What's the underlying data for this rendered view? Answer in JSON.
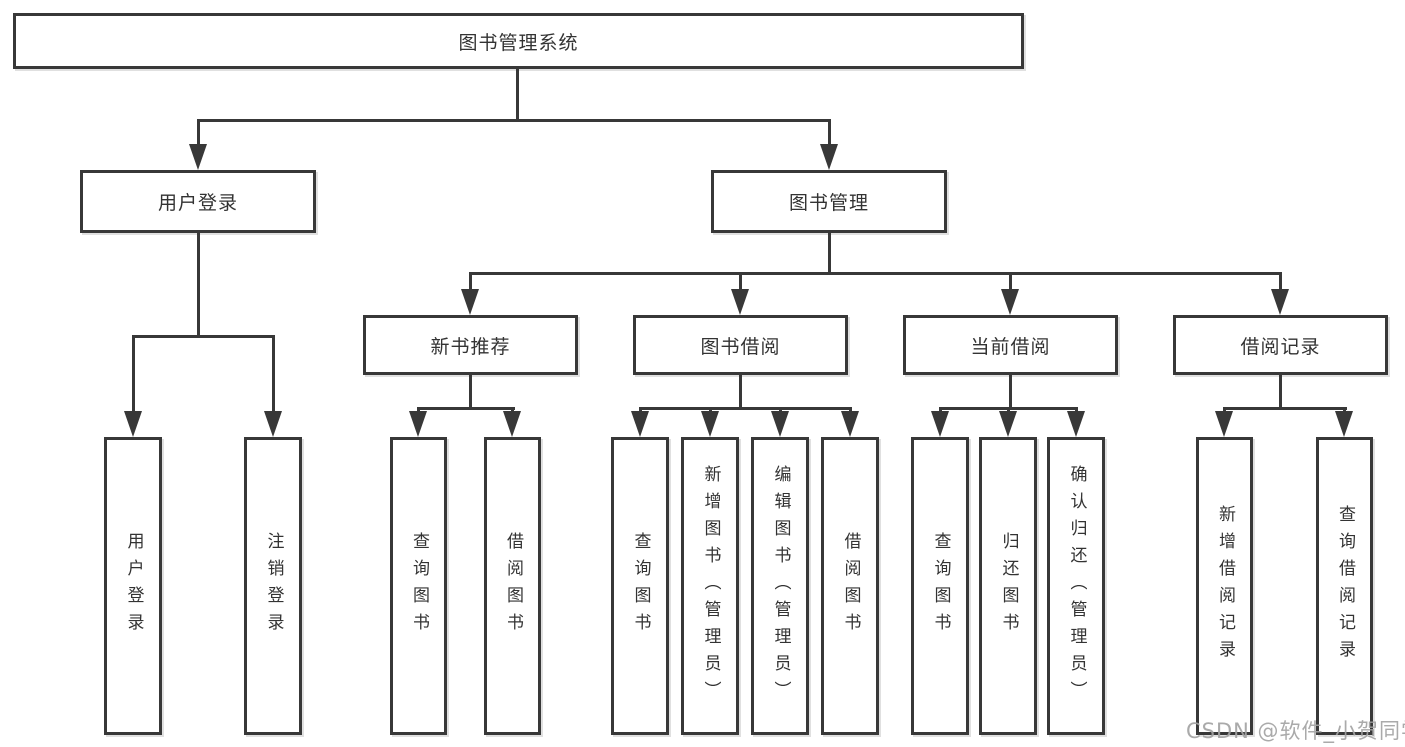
{
  "colors": {
    "line": "#383838",
    "text": "#333333",
    "watermark": "#a3a3a3",
    "background": "#ffffff"
  },
  "watermark": {
    "text": "CSDN @软件_小贺同学"
  },
  "diagram": {
    "root": {
      "label": "图书管理系统",
      "children": [
        {
          "label": "用户登录",
          "children": [
            {
              "label": "用户登录"
            },
            {
              "label": "注销登录"
            }
          ]
        },
        {
          "label": "图书管理",
          "children": [
            {
              "label": "新书推荐",
              "children": [
                {
                  "label": "查询图书"
                },
                {
                  "label": "借阅图书"
                }
              ]
            },
            {
              "label": "图书借阅",
              "children": [
                {
                  "label": "查询图书"
                },
                {
                  "label": "新增图书（管理员）"
                },
                {
                  "label": "编辑图书（管理员）"
                },
                {
                  "label": "借阅图书"
                }
              ]
            },
            {
              "label": "当前借阅",
              "children": [
                {
                  "label": "查询图书"
                },
                {
                  "label": "归还图书"
                },
                {
                  "label": "确认归还（管理员）"
                }
              ]
            },
            {
              "label": "借阅记录",
              "children": [
                {
                  "label": "新增借阅记录"
                },
                {
                  "label": "查询借阅记录"
                }
              ]
            }
          ]
        }
      ]
    }
  }
}
